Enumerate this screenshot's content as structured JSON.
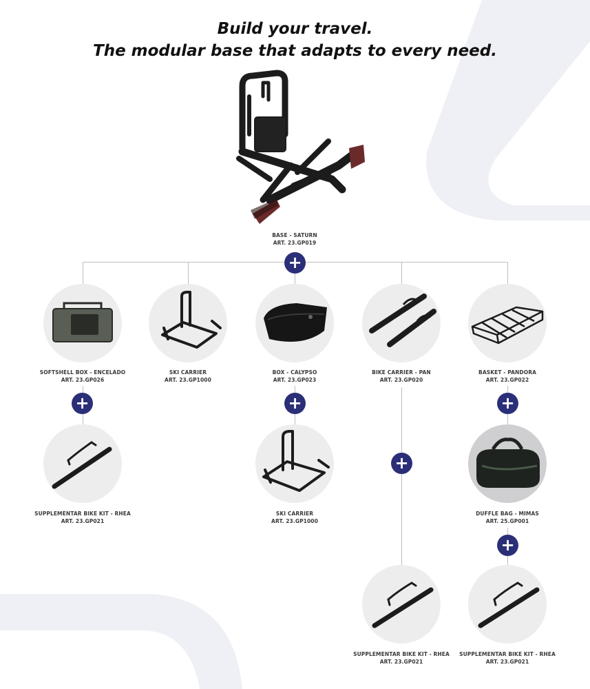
{
  "header": {
    "line1": "Build your travel.",
    "line2": "The modular base that adapts to every need."
  },
  "base": {
    "name": "BASE - SATURN",
    "code": "ART. 23.GP019"
  },
  "plus_symbol": "+",
  "accessories": {
    "softshell": {
      "name": "SOFTSHELL BOX - ENCELADO",
      "code": "ART. 23.GP026",
      "icon": "softshell-box-icon"
    },
    "ski_top": {
      "name": "SKI CARRIER",
      "code": "ART. 23.GP1000",
      "icon": "ski-carrier-icon"
    },
    "box": {
      "name": "BOX - CALYPSO",
      "code": "ART. 23.GP023",
      "icon": "cargo-box-icon"
    },
    "bike_pan": {
      "name": "BIKE CARRIER - PAN",
      "code": "ART. 23.GP020",
      "icon": "bike-carrier-icon"
    },
    "basket": {
      "name": "BASKET - PANDORA",
      "code": "ART. 23.GP022",
      "icon": "basket-icon"
    },
    "rhea_left": {
      "name": "SUPPLEMENTAR BIKE KIT - RHEA",
      "code": "ART. 23.GP021",
      "icon": "bike-kit-icon"
    },
    "ski_mid": {
      "name": "SKI CARRIER",
      "code": "ART. 23.GP1000",
      "icon": "ski-carrier-icon"
    },
    "duffle": {
      "name": "DUFFLE BAG - MIMAS",
      "code": "ART. 25.GP001",
      "icon": "duffle-bag-icon"
    },
    "rhea_pan": {
      "name": "SUPPLEMENTAR BIKE KIT - RHEA",
      "code": "ART. 23.GP021",
      "icon": "bike-kit-icon"
    },
    "rhea_right": {
      "name": "SUPPLEMENTAR BIKE KIT - RHEA",
      "code": "ART. 23.GP021",
      "icon": "bike-kit-icon"
    }
  },
  "colors": {
    "accent": "#2b2f78",
    "connector": "#bdbdbd",
    "circle_bg": "#ededee",
    "bg_shape": "#eff0f5"
  }
}
